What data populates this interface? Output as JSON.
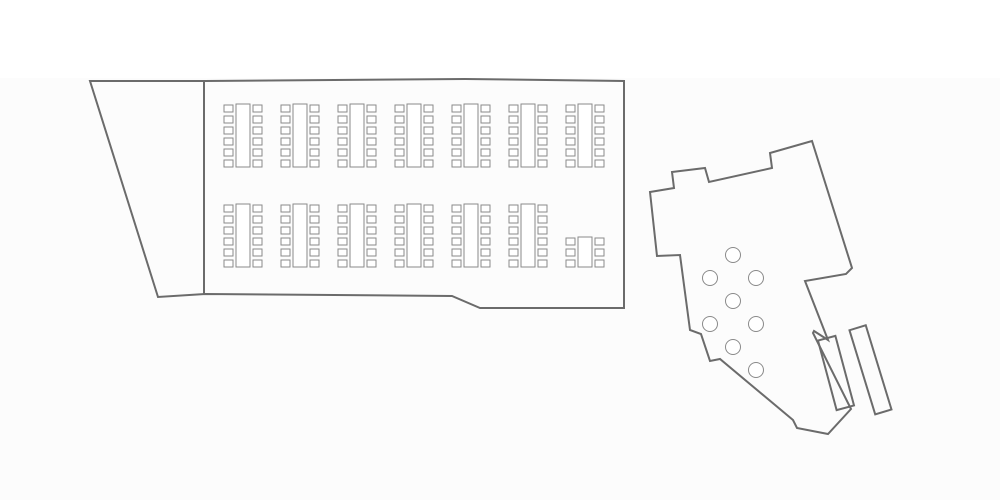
{
  "floor_plan": {
    "colors": {
      "wall": "#6b6b6b",
      "furniture": "#8a8a8a",
      "background": "#fcfcfc"
    },
    "hall_a": {
      "banquet_rows": [
        {
          "table_groups": 7,
          "chair_pairs_per_group": 6
        },
        {
          "table_groups": 6,
          "chair_pairs_per_group": 6
        }
      ],
      "small_group": {
        "chair_pairs": 3
      }
    },
    "hall_b": {
      "round_tables": 8,
      "counters": 2
    }
  }
}
